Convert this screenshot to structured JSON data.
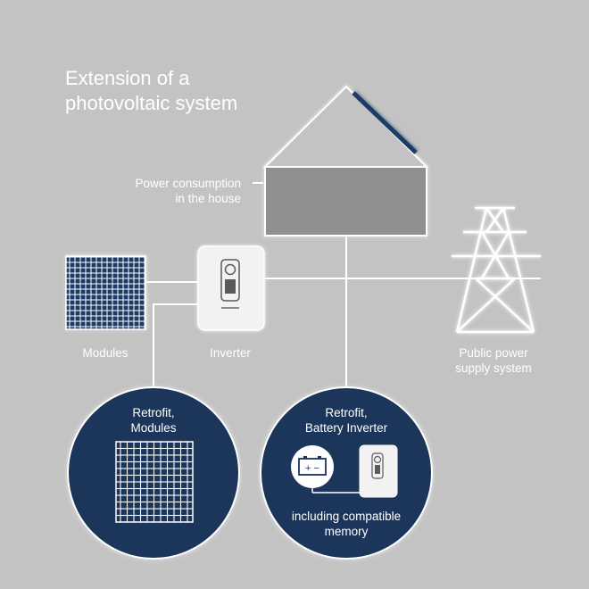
{
  "title": "Extension of a\nphotovoltaic system",
  "labels": {
    "house": "Power consumption\nin the house",
    "modules": "Modules",
    "inverter": "Inverter",
    "grid": "Public power\nsupply system",
    "retrofit_modules": "Retrofit,\nModules",
    "retrofit_battery": "Retrofit,\nBattery Inverter",
    "memory": "including compatible\nmemory"
  },
  "battery_symbol": "+ −",
  "colors": {
    "background": "#c3c3c3",
    "house_fill": "#8f8f8f",
    "circle_fill": "#1b355a",
    "line": "#ffffff",
    "panel_fill": "#1c3a66",
    "roof_panel": "#1c3a66"
  }
}
